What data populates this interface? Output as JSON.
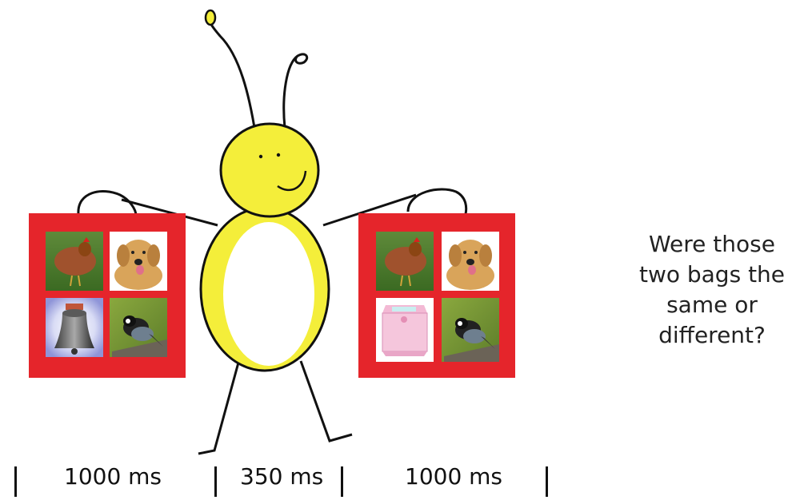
{
  "question": {
    "lines": [
      "Were those",
      "two bags the",
      "same or",
      "different?"
    ]
  },
  "timeline": {
    "first_bag_duration": "1000 ms",
    "interval_duration": "350 ms",
    "second_bag_duration": "1000 ms"
  },
  "bags": {
    "first": [
      "hen",
      "dog",
      "bell",
      "bird"
    ],
    "second": [
      "hen",
      "dog",
      "music-box",
      "bird"
    ]
  },
  "colors": {
    "bag": "#e5252b",
    "bug_body": "#f4ee3a",
    "outline": "#111111"
  }
}
